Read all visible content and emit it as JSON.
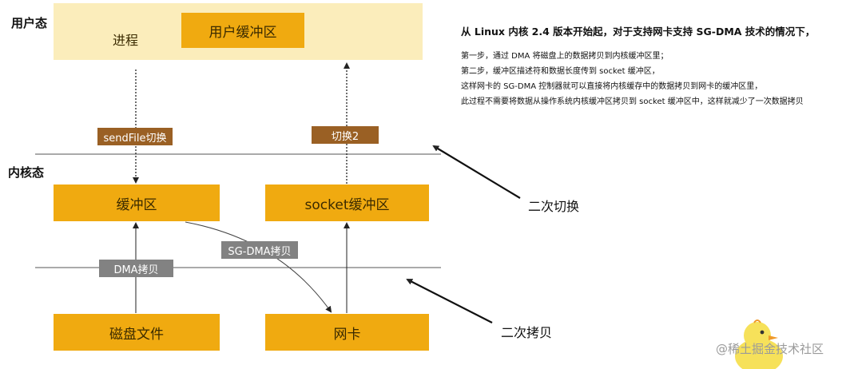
{
  "spaces": {
    "user_label": "用户态",
    "kernel_label": "内核态"
  },
  "boxes": {
    "process": "进程",
    "user_buffer": "用户缓冲区",
    "kernel_buffer": "缓冲区",
    "socket_buffer": "socket缓冲区",
    "disk_file": "磁盘文件",
    "nic": "网卡"
  },
  "tags": {
    "sendfile_switch": "sendFile切换",
    "switch_2": "切换2",
    "sg_dma_copy": "SG-DMA拷贝",
    "dma_copy": "DMA拷贝"
  },
  "annotations": {
    "second_switch": "二次切换",
    "second_copy": "二次拷贝"
  },
  "notes": {
    "title": "从 Linux 内核 2.4 版本开始起，对于支持网卡支持 SG-DMA 技术的情况下，",
    "lines": [
      "第一步，通过 DMA 将磁盘上的数据拷贝到内核缓冲区里；",
      "第二步，缓冲区描述符和数据长度传到 socket 缓冲区，",
      "这样网卡的 SG-DMA 控制器就可以直接将内核缓存中的数据拷贝到网卡的缓冲区里，",
      "此过程不需要将数据从操作系统内核缓冲区拷贝到 socket 缓冲区中，这样就减少了一次数据拷贝"
    ]
  },
  "watermark": "@稀土掘金技术社区",
  "colors": {
    "box": "#f0aa10",
    "user_space": "#fbedbb",
    "tag_brown": "#9a6024",
    "tag_gray": "#828282"
  }
}
